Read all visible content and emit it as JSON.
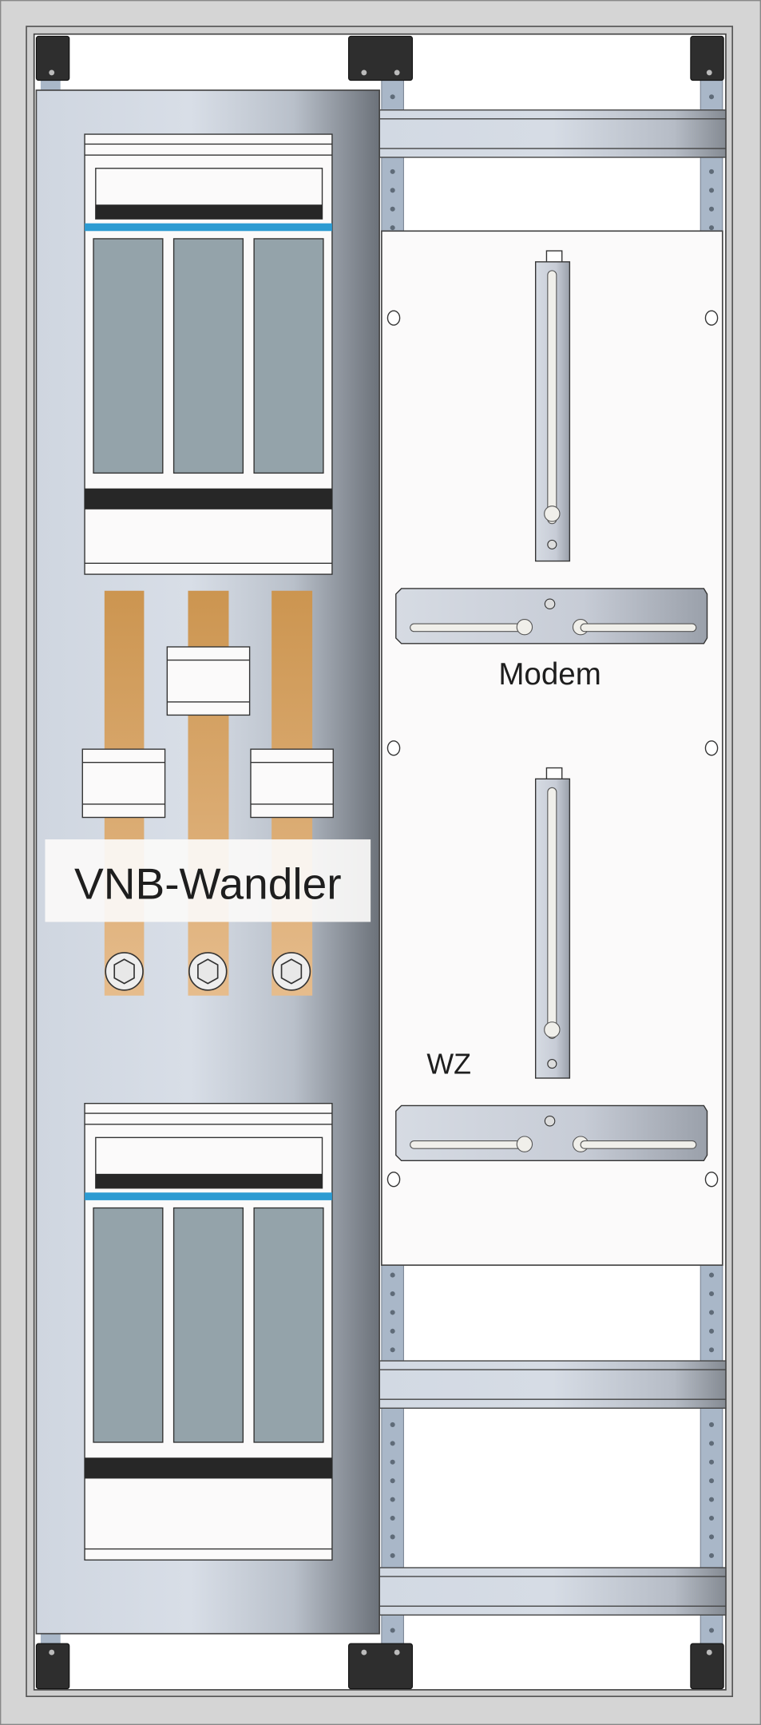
{
  "labels": {
    "transformer": "VNB-Wandler",
    "modem": "Modem",
    "meter": "WZ"
  },
  "colors": {
    "frame": "#d5d5d5",
    "copper": "#cc9550",
    "module_cell": "#94a3aa",
    "blue_strip": "#2c9bd2",
    "black_bar": "#272727"
  }
}
